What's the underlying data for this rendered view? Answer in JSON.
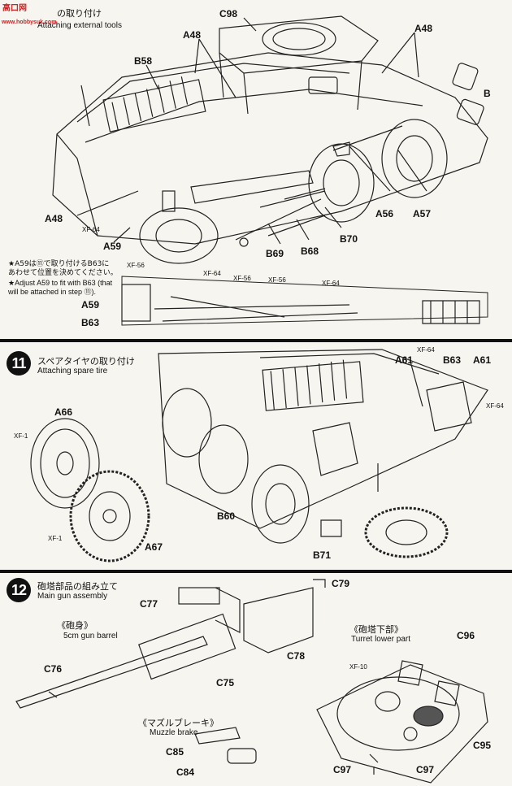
{
  "watermark": {
    "text": "高口网",
    "sub": "www.hobbysuk.com"
  },
  "step10": {
    "title_jp": "の取り付け",
    "title_en": "Attaching external tools",
    "note_jp": "★A59は⑪で取り付けるB63に\nあわせて位置を決めてください。",
    "note_en": "★Adjust A59 to fit with B63 (that\nwill be attached in step ⑪).",
    "labels": [
      "C98",
      "A48",
      "A48",
      "B58",
      "B",
      "A48",
      "A59",
      "A56",
      "A57",
      "B69",
      "B68",
      "B70",
      "A59",
      "B63"
    ],
    "xf": [
      "XF-64",
      "XF-56",
      "XF-64",
      "XF-56",
      "XF-56",
      "XF-64"
    ]
  },
  "step11": {
    "number": "11",
    "title_jp": "スペアタイヤの取り付け",
    "title_en": "Attaching spare tire",
    "labels": [
      "A61",
      "B63",
      "A61",
      "A66",
      "B60",
      "A67",
      "B71"
    ],
    "xf": [
      "XF-64",
      "XF-64",
      "XF-1",
      "XF-1"
    ]
  },
  "step12": {
    "number": "12",
    "title_jp": "砲塔部品の組み立て",
    "title_en": "Main gun assembly",
    "barrel_jp": "《砲身》",
    "barrel_en": "5cm gun barrel",
    "turret_jp": "《砲塔下部》",
    "turret_en": "Turret lower part",
    "muzzle_jp": "《マズルブレーキ》",
    "muzzle_en": "Muzzle brake",
    "labels": [
      "C79",
      "C77",
      "C78",
      "C75",
      "C76",
      "C96",
      "C95",
      "C97",
      "C97",
      "C85",
      "C84"
    ],
    "xf": [
      "XF-10"
    ]
  }
}
